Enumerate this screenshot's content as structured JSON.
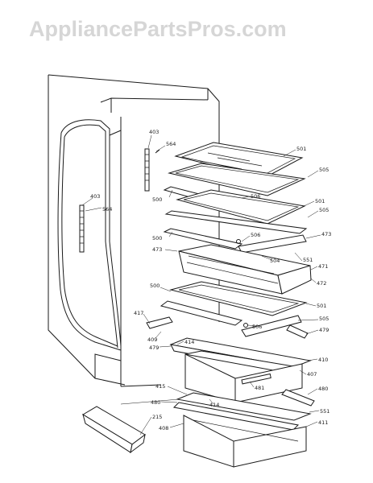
{
  "watermark": "AppliancePartsPros.com",
  "part_labels": [
    {
      "id": "l403a",
      "text": "403"
    },
    {
      "id": "l564a",
      "text": "564"
    },
    {
      "id": "l403b",
      "text": "403"
    },
    {
      "id": "l564b",
      "text": "564"
    },
    {
      "id": "l501a",
      "text": "501"
    },
    {
      "id": "l505a",
      "text": "505"
    },
    {
      "id": "l500a",
      "text": "500"
    },
    {
      "id": "l506a",
      "text": "506"
    },
    {
      "id": "l501b",
      "text": "501"
    },
    {
      "id": "l505b",
      "text": "505"
    },
    {
      "id": "l500b",
      "text": "500"
    },
    {
      "id": "l506b",
      "text": "506"
    },
    {
      "id": "l473a",
      "text": "473"
    },
    {
      "id": "l473b",
      "text": "473"
    },
    {
      "id": "l504",
      "text": "504"
    },
    {
      "id": "l551a",
      "text": "551"
    },
    {
      "id": "l471",
      "text": "471"
    },
    {
      "id": "l472",
      "text": "472"
    },
    {
      "id": "l500c",
      "text": "500"
    },
    {
      "id": "l501c",
      "text": "501"
    },
    {
      "id": "l417",
      "text": "417"
    },
    {
      "id": "l505c",
      "text": "505"
    },
    {
      "id": "l506c",
      "text": "506"
    },
    {
      "id": "l479a",
      "text": "479"
    },
    {
      "id": "l409",
      "text": "409"
    },
    {
      "id": "l414a",
      "text": "414"
    },
    {
      "id": "l479b",
      "text": "479"
    },
    {
      "id": "l410",
      "text": "410"
    },
    {
      "id": "l407",
      "text": "407"
    },
    {
      "id": "l481",
      "text": "481"
    },
    {
      "id": "l415",
      "text": "415"
    },
    {
      "id": "l480a",
      "text": "480"
    },
    {
      "id": "l414b",
      "text": "414"
    },
    {
      "id": "l480b",
      "text": "480"
    },
    {
      "id": "l551b",
      "text": "551"
    },
    {
      "id": "l215",
      "text": "215"
    },
    {
      "id": "l408",
      "text": "408"
    },
    {
      "id": "l411",
      "text": "411"
    }
  ]
}
